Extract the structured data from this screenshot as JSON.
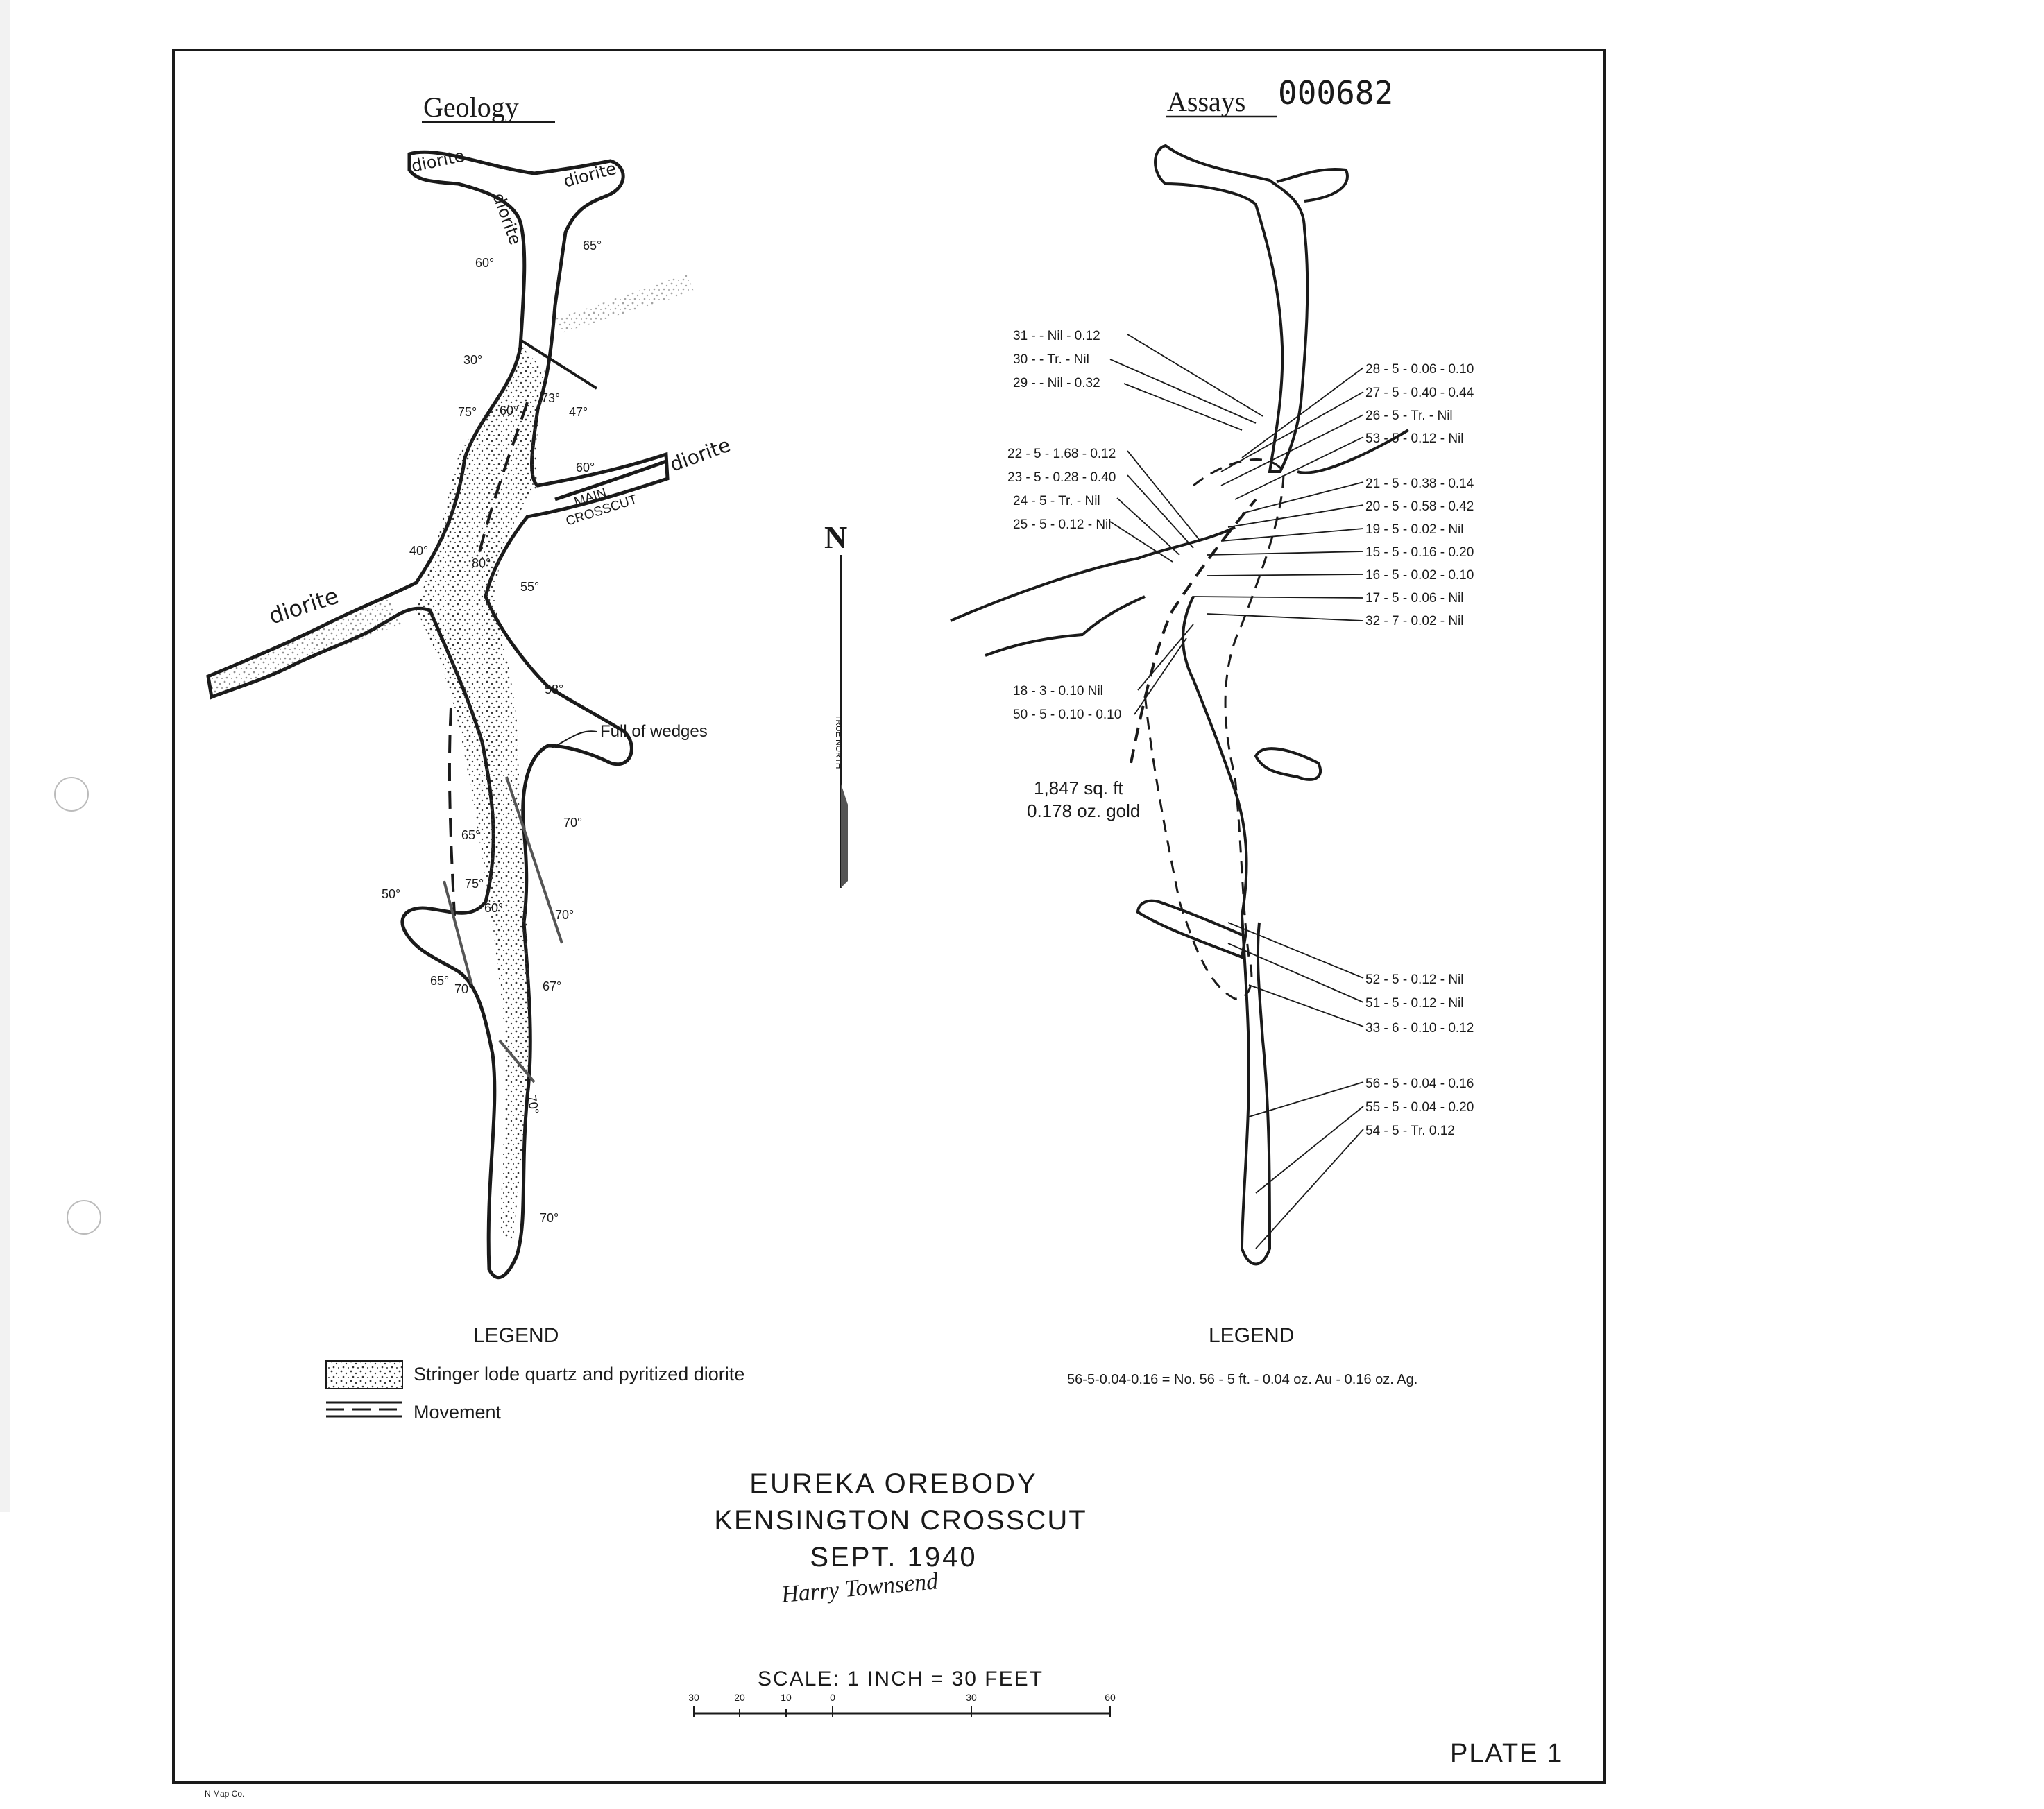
{
  "document_id": "000682",
  "titles": {
    "geology": "Geology",
    "assays": "Assays"
  },
  "geology_map": {
    "rock_labels": [
      "diorite",
      "diorite",
      "diorite",
      "diorite",
      "diorite"
    ],
    "crosscut_label_line1": "MAIN",
    "crosscut_label_line2": "CROSSCUT",
    "dips": [
      "65°",
      "60°",
      "47°",
      "75°",
      "60°",
      "73°",
      "60°",
      "40°",
      "80°",
      "55°",
      "58°",
      "65°",
      "70°",
      "75°",
      "60°",
      "70°",
      "50°",
      "65°",
      "70°",
      "67°",
      "70°",
      "70°",
      "30°"
    ],
    "note": "Full of wedges"
  },
  "north_arrow": {
    "letter": "N",
    "label": "TRUE NORTH"
  },
  "assay_map": {
    "area_note_line1": "1,847 sq. ft",
    "area_note_line2": "0.178 oz. gold",
    "left_samples": [
      "31 -   - Nil - 0.12",
      "30 -   - Tr. - Nil",
      "29 -   - Nil - 0.32",
      "22 - 5 - 1.68 - 0.12",
      "23 - 5 - 0.28 - 0.40",
      "24 - 5 - Tr. - Nil",
      "25 - 5 - 0.12 - Nil",
      "18 - 3 - 0.10   Nil",
      "50 - 5 - 0.10 - 0.10"
    ],
    "right_samples": [
      "28 - 5 - 0.06 - 0.10",
      "27 - 5 - 0.40 - 0.44",
      "26 - 5 - Tr. - Nil",
      "53 - 5 - 0.12 - Nil",
      "21 - 5 - 0.38 - 0.14",
      "20 - 5 - 0.58 - 0.42",
      "19 - 5 - 0.02 - Nil",
      "15 - 5 - 0.16 - 0.20",
      "16 - 5 - 0.02 - 0.10",
      "17 - 5 - 0.06 - Nil",
      "32 - 7 - 0.02 - Nil"
    ],
    "lower_samples": [
      "52 - 5 - 0.12 - Nil",
      "51 - 5 - 0.12 - Nil",
      "33 - 6 - 0.10 - 0.12",
      "56 - 5 - 0.04 - 0.16",
      "55 - 5 - 0.04 - 0.20",
      "54 - 5 - Tr.   0.12"
    ]
  },
  "geology_legend": {
    "heading": "LEGEND",
    "items": [
      "Stringer lode quartz and pyritized diorite",
      "Movement"
    ]
  },
  "assay_legend": {
    "heading": "LEGEND",
    "example": "56-5-0.04-0.16 = No. 56 - 5 ft. - 0.04 oz. Au - 0.16 oz. Ag."
  },
  "title_block": {
    "line1": "EUREKA OREBODY",
    "line2": "KENSINGTON CROSSCUT",
    "line3": "SEPT. 1940",
    "signature": "Harry Townsend"
  },
  "scale": {
    "label": "SCALE: 1 INCH = 30 FEET",
    "ticks": [
      "30",
      "20",
      "10",
      "0",
      "30",
      "60"
    ]
  },
  "plate": "PLATE 1",
  "imprint": "N Map Co."
}
